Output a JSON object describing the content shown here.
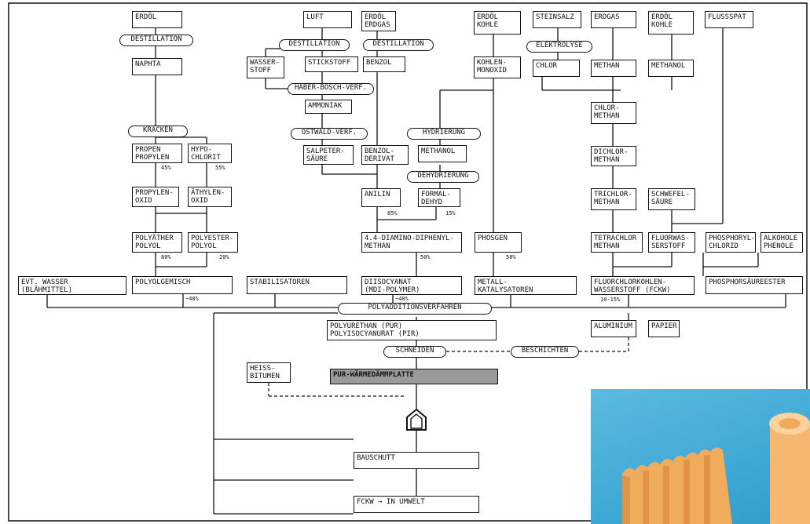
{
  "sources": {
    "erdoel": "ERDÖL",
    "luft": "LUFT",
    "erdoel_erdgas": "ERDÖL\nERDGAS",
    "erdoel_kohle": "ERDÖL\nKOHLE",
    "steinsalz": "STEINSALZ",
    "erdgas": "ERDGAS",
    "erdoel_kohle2": "ERDÖL\nKOHLE",
    "flussspat": "FLUSSSPAT"
  },
  "processes": {
    "destillation_1": "DESTILLATION",
    "destillation_2": "DESTILLATION",
    "destillation_3": "DESTILLATION",
    "elektrolyse": "ELEKTROLYSE",
    "haber_bosch": "HABER-BOSCH-VERF.",
    "ostwald": "OSTWALD-VERF.",
    "kracken": "KRACKEN",
    "hydrierung": "HYDRIERUNG",
    "dehydrierung": "DEHYDRIERUNG",
    "polyaddition": "POLYADDITIONSVERFAHREN",
    "schneiden": "SCHNEIDEN",
    "beschichten": "BESCHICHTEN"
  },
  "intermediates": {
    "naphta": "NAPHTA",
    "wasserstoff": "WASSER-\nSTOFF",
    "stickstoff": "STICKSTOFF",
    "benzol": "BENZOL",
    "kohlenmonoxid": "KOHLEN-\nMONOXID",
    "chlor": "CHLOR",
    "methan": "METHAN",
    "methanol_top": "METHANOL",
    "ammoniak": "AMMONIAK",
    "chlormethan": "CHLOR-\nMETHAN",
    "propen": "PROPEN\nPROPYLEN",
    "hypochlorit": "HYPO-\nCHLORIT",
    "salpetersaeure": "SALPETER-\nSÄURE",
    "benzolderivat": "BENZOL-\nDERIVAT",
    "methanol_mid": "METHANOL",
    "dichlormethan": "DICHLOR-\nMETHAN",
    "propylenoxid": "PROPYLEN-\nOXID",
    "aethylenoxid": "ÄTHYLEN-\nOXID",
    "anilin": "ANILIN",
    "formaldehyd": "FORMAL-\nDEHYD",
    "trichlormethan": "TRICHLOR-\nMETHAN",
    "schwefelsaeure": "SCHWEFEL-\nSÄURE",
    "polyaetherpolyol": "POLYÄTHER\nPOLYOL",
    "polyesterpolyol": "POLYESTER-\nPOLYOL",
    "diaminodiphenylmethan": "4.4-DIAMINO-DIPHENYL-\nMETHAN",
    "phosgen": "PHOSGEN",
    "tetrachlormethan": "TETRACHLOR\nMETHAN",
    "fluorwasserstoff": "FLUORWAS-\nSERSTOFF",
    "phosphorylchlorid": "PHOSPHORYL-\nCHLORID",
    "alkohole_phenole": "ALKOHOLE\nPHENOLE"
  },
  "components": {
    "wasser": "EVT. WASSER\n(BLÄHMITTEL)",
    "polyolgemisch": "POLYOLGEMISCH",
    "stabilisatoren": "STABILISATOREN",
    "diisocyanat": "DIISOCYANAT\n(MDI-POLYMER)",
    "katalysatoren": "METALL-\nKATALYSATOREN",
    "fckw": "FLUORCHLORKOHLEN-\nWASSERSTOFF (FCKW)",
    "phosphorsaeureester": "PHOSPHORSÄUREESTER"
  },
  "products": {
    "pur": "POLYURETHAN (PUR)\nPOLYISOCYANURAT (PIR)",
    "aluminium": "ALUMINIUM",
    "papier": "PAPIER",
    "heissbitumen": "HEISS-\nBITUMEN",
    "platte": "PUR-WÄRMEDÄMMPLATTE",
    "bauschutt": "BAUSCHUTT",
    "umwelt": "FCKW → IN UMWELT"
  },
  "percentages": {
    "propen": "45%",
    "hypochlorit": "55%",
    "anilin": "85%",
    "formaldehyd": "15%",
    "polyaether": "80%",
    "polyester": "20%",
    "diamino": "50%",
    "phosgen": "50%",
    "polyolgemisch": "~40%",
    "diisocyanat": "~40%",
    "fckw": "10-15%"
  },
  "colors": {
    "ink": "#111111",
    "highlight": "#9a9a9a",
    "photo_bg": "#3ea9d5",
    "foam": "#f4b36a"
  },
  "icons": {
    "house": "house-icon"
  }
}
